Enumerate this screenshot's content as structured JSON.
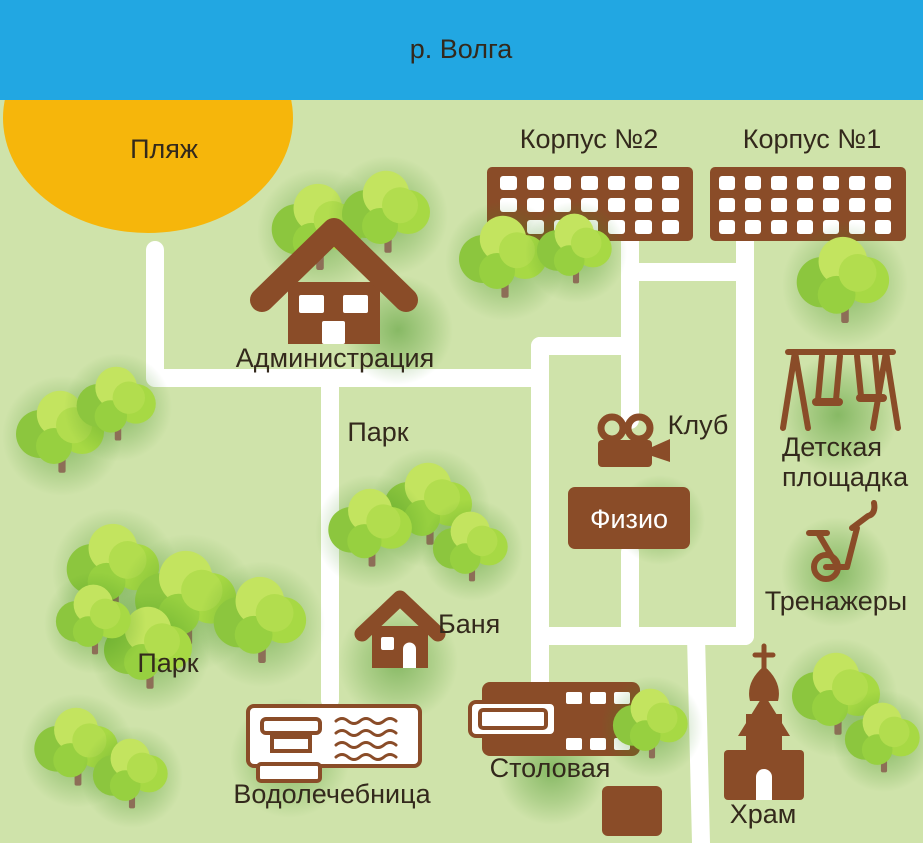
{
  "map": {
    "labels": {
      "river": "р. Волга",
      "beach": "Пляж",
      "building2": "Корпус №2",
      "building1": "Корпус №1",
      "administration": "Администрация",
      "park_upper": "Парк",
      "park_lower": "Парк",
      "club": "Клуб",
      "physio": "Физио",
      "playground_line1": "Детская",
      "playground_line2": "площадка",
      "gym": "Тренажеры",
      "banya": "Баня",
      "hydrotherapy": "Водолечебница",
      "canteen": "Столовая",
      "temple": "Храм"
    },
    "colors": {
      "ground": "#cfe3aa",
      "river": "#22a7e2",
      "beach": "#f6b60b",
      "brown": "#8a4c28",
      "path": "#ffffff",
      "text": "#33291c",
      "trunk": "#8d6e57",
      "halo": "#3f8f1f",
      "foliage": [
        "#8cc63e",
        "#a7d944",
        "#c3e45f",
        "#97d040",
        "#b2dd4e"
      ]
    }
  }
}
